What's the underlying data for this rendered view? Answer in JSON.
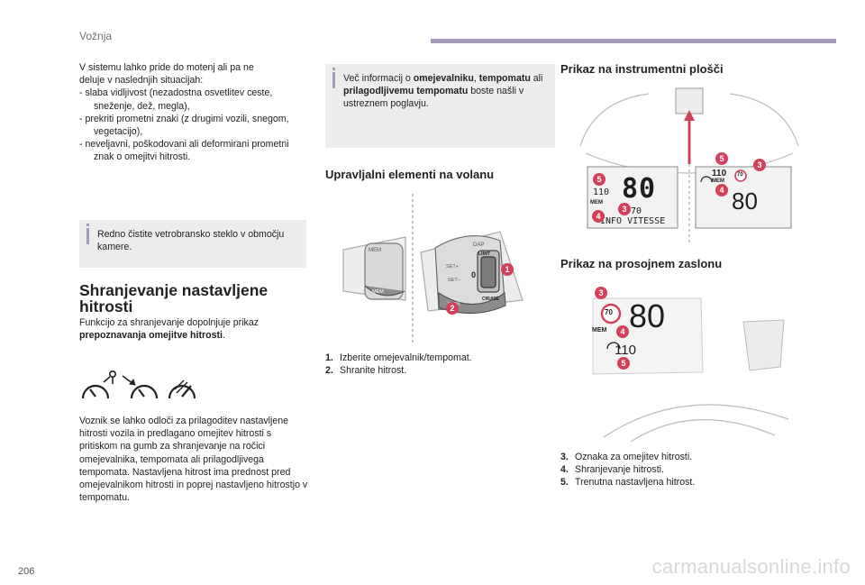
{
  "header": {
    "section": "Vožnja",
    "page_number": "206"
  },
  "intro": {
    "lines": [
      "V sistemu lahko pride do motenj ali pa ne",
      "deluje v naslednjih situacijah:"
    ],
    "items": [
      "-   slaba vidljivost (nezadostna osvetlitev ceste, sneženje, dež, megla),",
      "-   prekriti prometni znaki (z drugimi vozili, snegom, vegetacijo),",
      "-   neveljavni, poškodovani ali deformirani prometni znak o omejitvi hitrosti."
    ]
  },
  "note_camera": {
    "text": "Redno čistite vetrobransko steklo v območju kamere."
  },
  "note_more": {
    "t1": "Več informacij o ",
    "b1": "omejevalniku",
    "t2": ", ",
    "b2": "tempomatu",
    "t3": " ali ",
    "b3": "prilagodljivemu tempomatu",
    "t4": " boste našli v ustreznem poglavju."
  },
  "store_section": {
    "title": "Shranjevanje nastavljene hitrosti",
    "intro_text": "Funkcijo za shranjevanje dopolnjuje prikaz ",
    "intro_bold": "prepoznavanja omejitve hitrosti",
    "intro_end": ".",
    "body": "Voznik se lahko odloči za prilagoditev nastavljene hitrosti vozila in predlagano omejitev hitrosti s pritiskom na gumb za shranjevanje na ročici omejevalnika, tempomata ali prilagodljivega tempomata. Nastavljena hitrost ima prednost pred omejevalnikom hitrosti in poprej nastavljeno hitrostjo v tempomatu."
  },
  "wheel_section": {
    "title": "Upravljalni elementi na volanu",
    "items": [
      {
        "num": "1.",
        "text": "Izberite omejevalnik/tempomat."
      },
      {
        "num": "2.",
        "text": "Shranite hitrost."
      }
    ],
    "stalk": {
      "limit": "LIMIT",
      "cruise": "CRUISE",
      "mem": "MEM",
      "set_plus": "SET+",
      "set_minus": "SET–",
      "zero": "0",
      "dap": "DAP"
    }
  },
  "cluster_section": {
    "title": "Prikaz na instrumentni plošči",
    "screen_left": {
      "speed": "80",
      "small": "110",
      "mem": "MEM",
      "limit": "70",
      "info": "INFO VITESSE"
    },
    "screen_right": {
      "set": "110",
      "mem": "MEM",
      "sign": "70",
      "speed": "80"
    }
  },
  "display_section": {
    "title": "Prikaz na prosojnem zaslonu",
    "screen": {
      "sign": "70",
      "speed": "80",
      "mem": "MEM",
      "set": "110"
    },
    "items": [
      {
        "num": "3.",
        "text": "Oznaka za omejitev hitrosti."
      },
      {
        "num": "4.",
        "text": "Shranjevanje hitrosti."
      },
      {
        "num": "5.",
        "text": "Trenutna nastavljena hitrost."
      }
    ]
  },
  "badges": {
    "b1": "1",
    "b2": "2",
    "b3": "3",
    "b4": "4",
    "b5": "5"
  },
  "watermark": "carmanualsonline.info",
  "colors": {
    "accent": "#a59aba",
    "callout": "#d3405a",
    "note_bg": "#ededed"
  }
}
